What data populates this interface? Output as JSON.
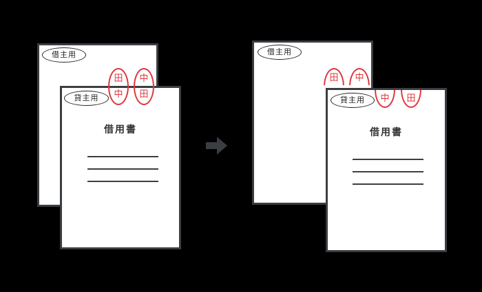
{
  "before": {
    "borrower_copy": {
      "label": "借主用"
    },
    "lender_copy": {
      "label": "貸主用",
      "title": "借用書"
    },
    "seals": [
      {
        "top": "田",
        "bottom": "中"
      },
      {
        "top": "中",
        "bottom": "田"
      }
    ]
  },
  "after": {
    "borrower_copy": {
      "label": "借主用",
      "seals": [
        "田",
        "中"
      ]
    },
    "lender_copy": {
      "label": "貸主用",
      "title": "借用書",
      "seals": [
        "中",
        "田"
      ]
    }
  },
  "arrow": {
    "icon": "arrow-right-icon",
    "color": "#3a3d42"
  },
  "colors": {
    "seal": "#e0353b",
    "border": "#3a3d42",
    "background": "#000000"
  }
}
